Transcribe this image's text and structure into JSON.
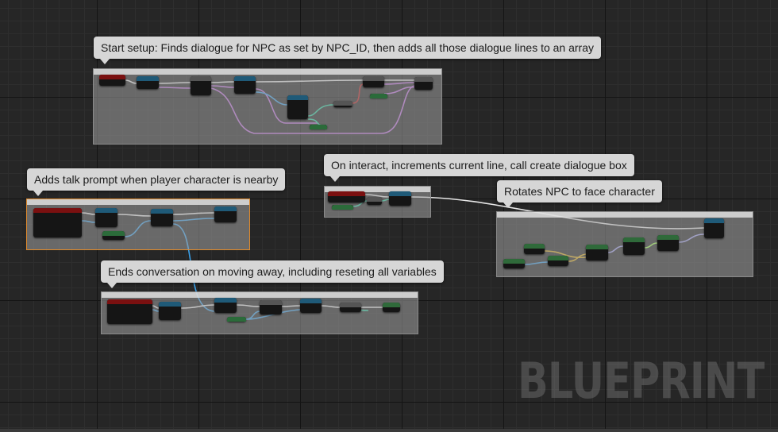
{
  "comments": [
    {
      "id": "start",
      "text": "Start setup: Finds dialogue for NPC as set by NPC_ID, then adds all those dialogue lines to an array"
    },
    {
      "id": "talk",
      "text": "Adds talk prompt when player character is nearby"
    },
    {
      "id": "interact",
      "text": "On interact, increments current line, call create dialogue box"
    },
    {
      "id": "rotate",
      "text": "Rotates NPC to face character"
    },
    {
      "id": "ends",
      "text": "Ends conversation on moving away, including reseting all variables"
    }
  ],
  "watermark": "BLUEPRINT",
  "colors": {
    "exec_wire": "#e8e8e8",
    "object_wire": "#3aa0e8",
    "array_wire": "#c070e0",
    "struct_wire": "#2ad0a0",
    "name_wire": "#c02020",
    "float_wire": "#e0b020",
    "vector_wire": "#a0a0f0",
    "bool_wire": "#a0ff50"
  }
}
